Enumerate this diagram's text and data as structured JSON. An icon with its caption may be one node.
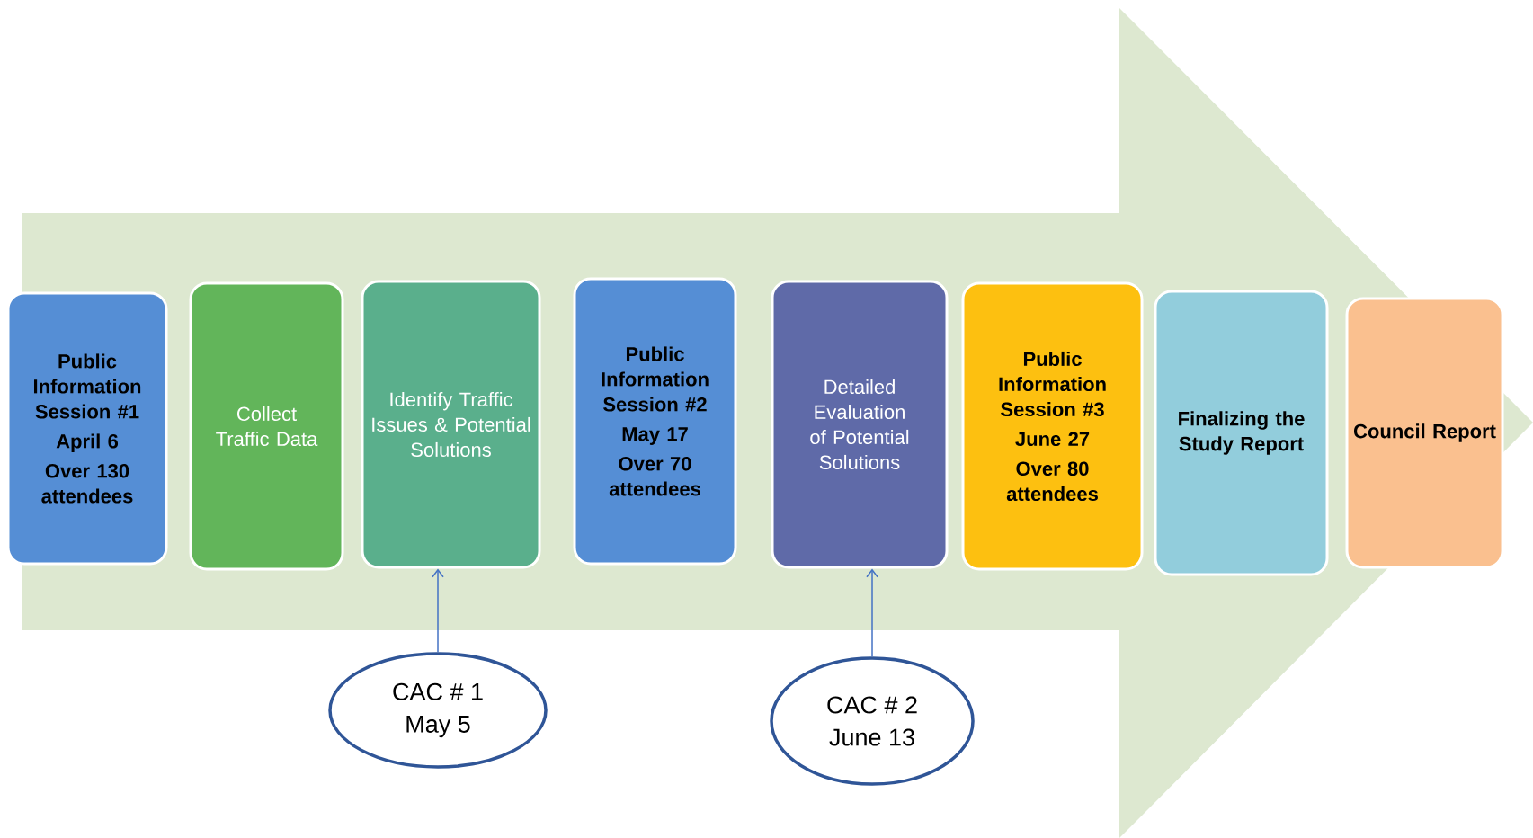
{
  "diagram": {
    "nodes": [
      {
        "text": [
          "Public Information Session #1",
          "April 6",
          "Over 130 attendees"
        ]
      },
      {
        "text": [
          "Collect Traffic Data"
        ]
      },
      {
        "text": [
          "Identify Traffic Issues & Potential Solutions"
        ]
      },
      {
        "text": [
          "Public Information Session #2",
          "May 17",
          "Over 70 attendees"
        ]
      },
      {
        "text": [
          "Detailed Evaluation of Potential Solutions"
        ]
      },
      {
        "text": [
          "Public Information Session #3",
          "June 27",
          "Over 80 attendees"
        ]
      },
      {
        "text": [
          "Finalizing the Study Report"
        ]
      },
      {
        "text": [
          "Council Report"
        ]
      },
      {
        "text": [
          "CAC # 1",
          "May 5"
        ]
      },
      {
        "text": [
          "CAC # 2",
          "June 13"
        ]
      }
    ],
    "edges": [
      {
        "from": 0,
        "to": 7,
        "arrow": "to",
        "style": "thick",
        "color": "#dde8d0"
      },
      {
        "from": 8,
        "to": 2,
        "arrow": "to"
      },
      {
        "from": 9,
        "to": 4,
        "arrow": "to"
      }
    ]
  }
}
